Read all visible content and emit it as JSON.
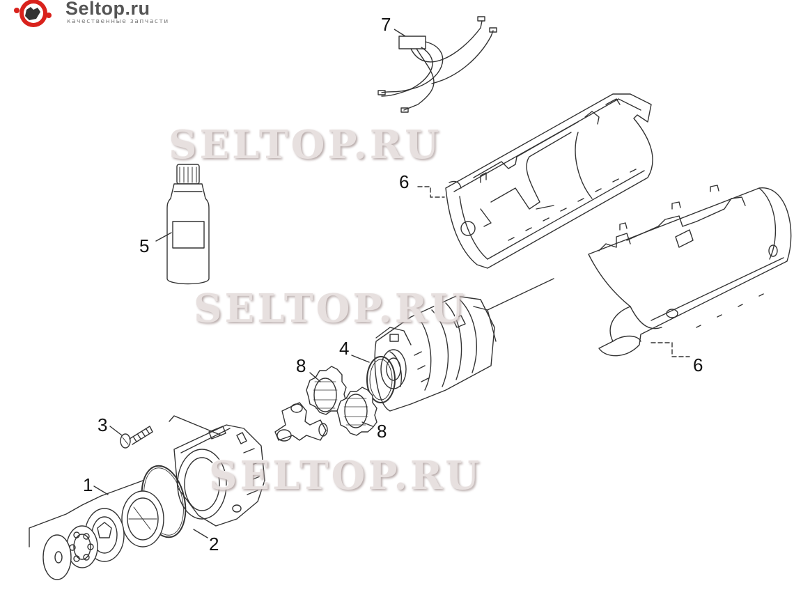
{
  "logo": {
    "name": "Seltop.ru",
    "tagline": "качественные запчасти",
    "colors": {
      "badge": "#d9221c",
      "text": "#555555"
    }
  },
  "watermarks": [
    "SELTOP.RU",
    "SELTOP.RU",
    "SELTOP.RU"
  ],
  "callouts": {
    "c1": "1",
    "c2": "2",
    "c3": "3",
    "c4": "4",
    "c5": "5",
    "c6a": "6",
    "c6b": "6",
    "c7": "7",
    "c8a": "8",
    "c8b": "8"
  },
  "parts": [
    "gear-cover-assembly",
    "o-ring",
    "screw",
    "o-ring",
    "oil-bottle",
    "motor-housing-half",
    "cable-harness",
    "spur-gear"
  ]
}
